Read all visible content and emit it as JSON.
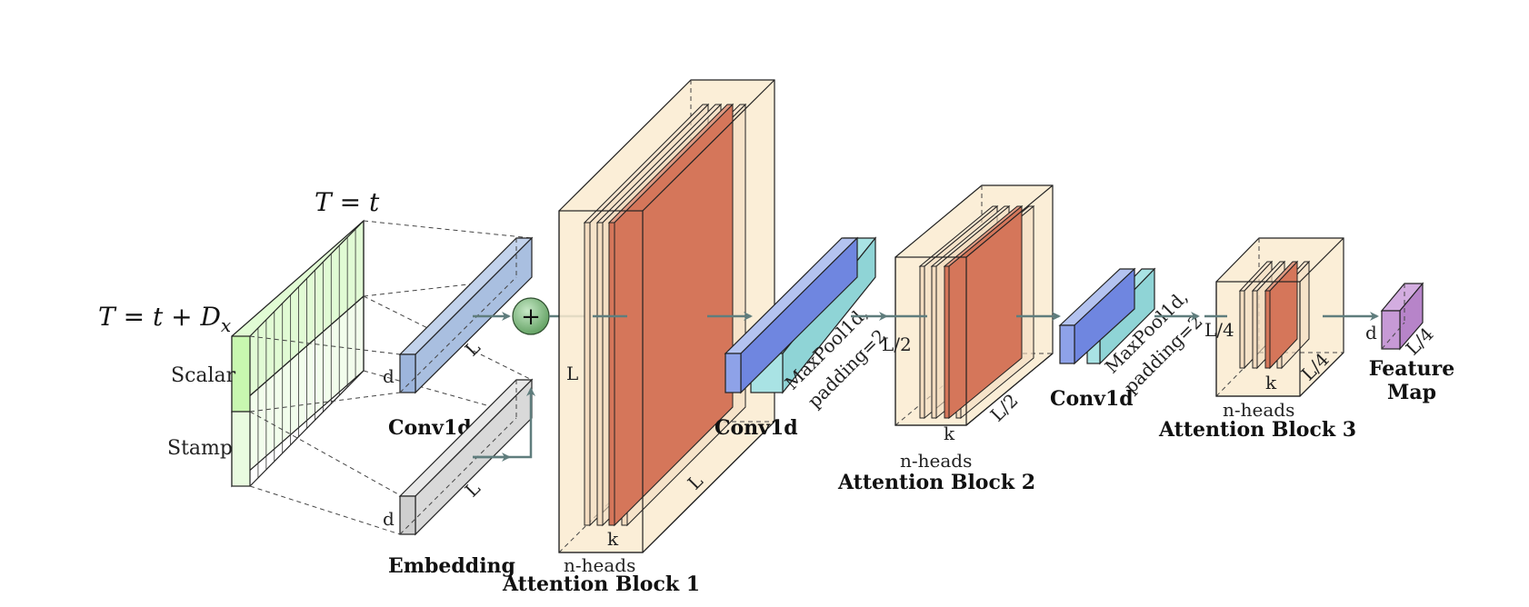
{
  "colors": {
    "input_green": "#c8f7b0",
    "input_green_light": "#e9fbe0",
    "conv_blue": "#a9bfe0",
    "conv_blue_dark": "#6f86e0",
    "pool_cyan": "#a9e3e4",
    "embed_gray": "#d9d9d9",
    "block_cream": "#faebd0",
    "head_red": "#d5765a",
    "feature_purple": "#b784c9",
    "arrow_teal": "#5f7d7d",
    "plus_green": "#7fb77f"
  },
  "input": {
    "label_top": "T = t",
    "label_left_prefix": "T = t + D",
    "label_left_sub": "x",
    "row_scalar": "Scalar",
    "row_stamp": "Stamp"
  },
  "conv1": {
    "title": "Conv1d",
    "dim_d": "d",
    "dim_L": "L"
  },
  "embedding": {
    "title": "Embedding",
    "dim_d": "d",
    "dim_L": "L"
  },
  "plus": "+",
  "attn1": {
    "title": "Attention Block 1",
    "heads": "n-heads",
    "dim_L_left": "L",
    "dim_L_bottom": "L",
    "dim_k": "k"
  },
  "conv2": {
    "title": "Conv1d",
    "pool_line1": "MaxPool1d,",
    "pool_line2": "padding=2"
  },
  "attn2": {
    "title": "Attention Block 2",
    "heads": "n-heads",
    "dim_k": "k",
    "dim_L_side": "L/2",
    "dim_L_left": "L/2"
  },
  "conv3": {
    "title": "Conv1d",
    "pool_line1": "MaxPool1d,",
    "pool_line2": "padding=2"
  },
  "attn3": {
    "title": "Attention Block 3",
    "heads": "n-heads",
    "dim_k": "k",
    "dim_L_side": "L/4",
    "dim_L_left": "L/4"
  },
  "feature": {
    "title_line1": "Feature",
    "title_line2": "Map",
    "dim_d": "d",
    "dim_L": "L/4"
  }
}
